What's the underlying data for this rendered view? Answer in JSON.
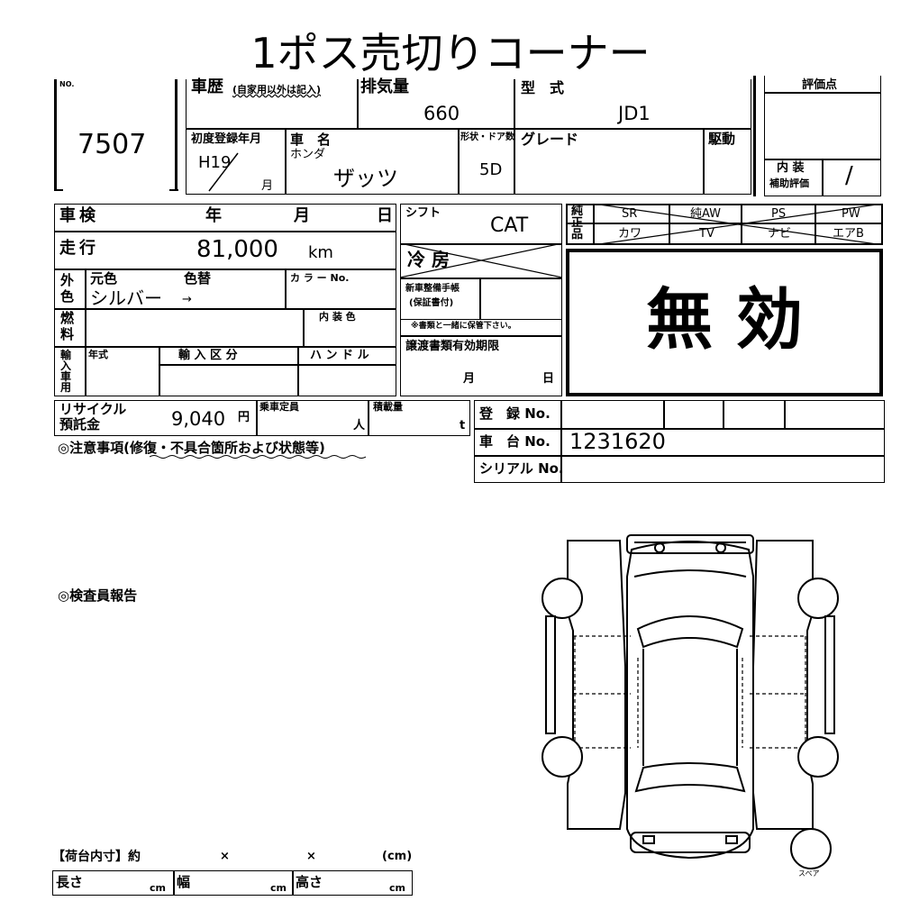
{
  "title": "1ポス売切りコーナー",
  "lot": {
    "no_label": "NO.",
    "number": "7507"
  },
  "history": {
    "label": "車歴",
    "note": "(自家用以外は記入)"
  },
  "displacement": {
    "label": "排気量",
    "value": "660"
  },
  "model": {
    "label": "型　式",
    "value": "JD1"
  },
  "grade_box": {
    "label": "評価点"
  },
  "interior": {
    "label1": "内 装",
    "label2": "補助評価",
    "value": "/"
  },
  "first_reg": {
    "label": "初度登録年月",
    "era": "H19",
    "month_unit": "月"
  },
  "car_name": {
    "label": "車　名",
    "maker": "ホンダ",
    "name": "ザッツ"
  },
  "body": {
    "label": "形状・ドア数",
    "value": "5D"
  },
  "grade": {
    "label": "グレード"
  },
  "drive": {
    "label": "駆動"
  },
  "shaken": {
    "label": "車検",
    "year": "年",
    "month": "月",
    "day": "日"
  },
  "mileage": {
    "label": "走行",
    "value": "81,000",
    "unit": "km"
  },
  "color": {
    "label1": "外",
    "label2": "色",
    "orig_label": "元色",
    "change_label": "色替",
    "orig_value": "シルバー",
    "arrow": "→",
    "color_no_label": "カ ラ ー No."
  },
  "fuel": {
    "label1": "燃",
    "label2": "料",
    "interior_color_label": "内 装 色"
  },
  "import": {
    "label": "輸入車用",
    "year_label": "年式",
    "class_label": "輸 入 区 分",
    "handle_label": "ハ ン ド ル"
  },
  "shift": {
    "label": "シフト",
    "value": "CAT"
  },
  "aircon": {
    "label": "冷 房"
  },
  "equipment": {
    "label": "純正品",
    "row1": [
      "SR",
      "純AW",
      "PS",
      "PW"
    ],
    "row2": [
      "カワ",
      "TV",
      "ナビ",
      "エアB"
    ]
  },
  "invalid_stamp": "無 効",
  "maint_book": {
    "line1": "新車整備手帳",
    "line2": "(保証書付)",
    "note": "※書類と一緒に保管下さい。"
  },
  "transfer_docs": {
    "label": "譲渡書類有効期限",
    "month": "月",
    "day": "日"
  },
  "recycle": {
    "label1": "リサイクル",
    "label2": "預託金",
    "value": "9,040",
    "unit": "円"
  },
  "capacity": {
    "label": "乗車定員",
    "unit": "人"
  },
  "load": {
    "label": "積載量",
    "unit": "t"
  },
  "registration": {
    "label": "登　録 No."
  },
  "chassis": {
    "label": "車　台 No.",
    "value": "1231620"
  },
  "serial": {
    "label": "シリアル No."
  },
  "notes_label": "◎注意事項(修復・不具合箇所および状態等)",
  "inspector_label": "◎検査員報告",
  "cargo": {
    "label": "【荷台内寸】約",
    "x1": "×",
    "x2": "×",
    "unit_cm": "(cm)",
    "length": "長さ",
    "width": "幅",
    "height": "高さ",
    "cm": "cm"
  },
  "spare_label": "スペア"
}
